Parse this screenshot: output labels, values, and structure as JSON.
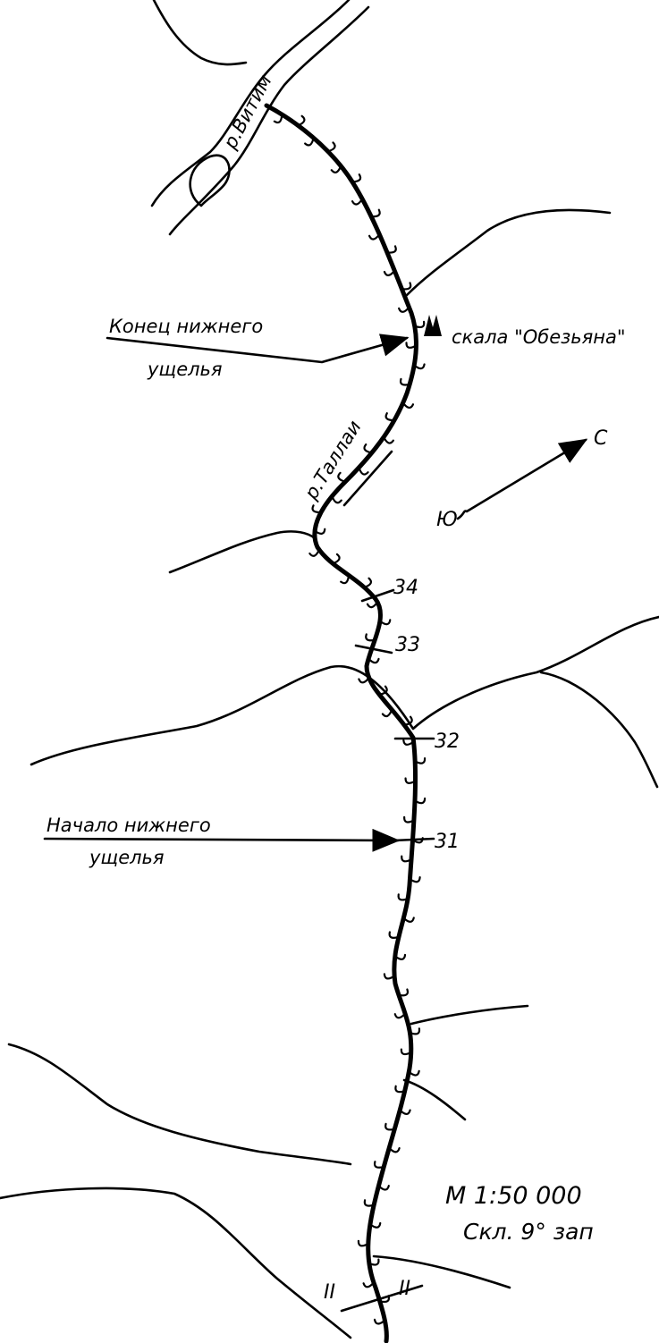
{
  "title_labels": {
    "river_vitim": "р.Витим",
    "river_tallai": "р.Таллаи",
    "rock": "скала \"Обезьяна\"",
    "end_gorge_line1": "Конец нижнего",
    "end_gorge_line2": "ущелья",
    "start_gorge_line1": "Начало нижнего",
    "start_gorge_line2": "ущелья"
  },
  "compass": {
    "north": "С",
    "south": "Ю"
  },
  "markers": [
    "34",
    "33",
    "32",
    "31"
  ],
  "section": {
    "left": "II",
    "right": "II"
  },
  "legend": {
    "scale": "М 1:50 000",
    "declination": "Скл. 9° зап"
  },
  "colors": {
    "ink": "#000000",
    "paper": "#ffffff"
  }
}
